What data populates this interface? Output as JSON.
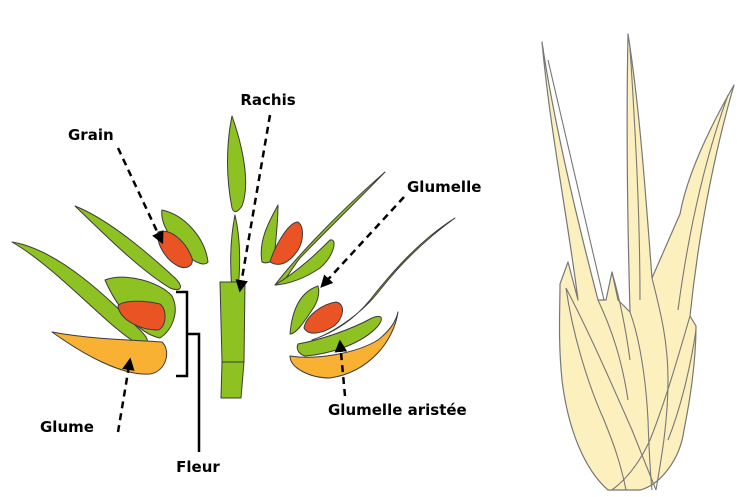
{
  "labels": {
    "rachis": "Rachis",
    "grain": "Grain",
    "glumelle": "Glumelle",
    "glume": "Glume",
    "fleur": "Fleur",
    "glumelle_aristee": "Glumelle aristée"
  },
  "colors": {
    "green": "#8ec122",
    "red": "#ea5323",
    "orange": "#f8b133",
    "cream": "#fdf0bf",
    "outline": "#3b3b3b"
  }
}
